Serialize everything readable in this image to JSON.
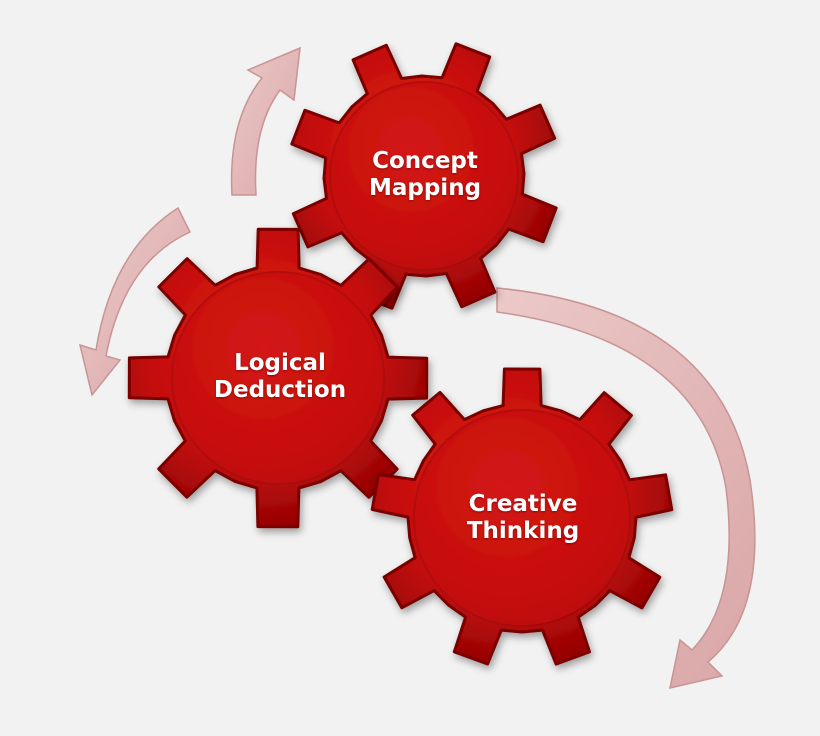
{
  "diagram": {
    "gears": [
      {
        "id": "concept-mapping",
        "lines": [
          "Concept",
          "Mapping"
        ]
      },
      {
        "id": "logical-deduction",
        "lines": [
          "Logical",
          "Deduction"
        ]
      },
      {
        "id": "creative-thinking",
        "lines": [
          "Creative",
          "Thinking"
        ]
      }
    ],
    "colors": {
      "gear_fill": "#c80f0f",
      "gear_dark": "#7a0000",
      "arrow_fill": "#e6bcbc",
      "background": "#f2f2f2"
    }
  }
}
